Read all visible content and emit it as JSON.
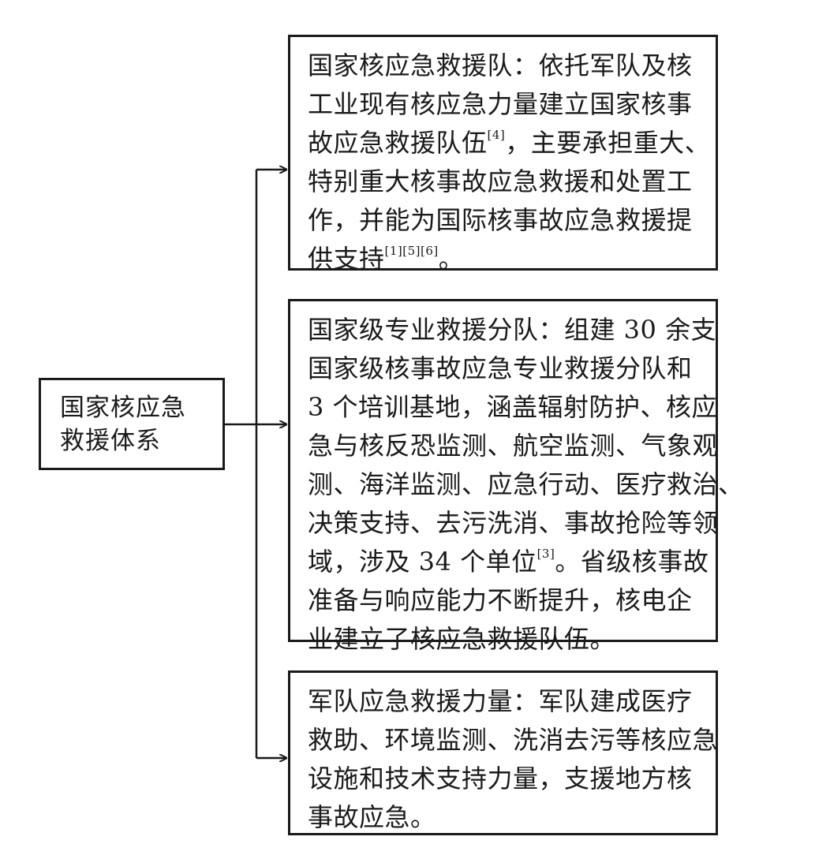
{
  "root": {
    "label_lines": [
      "国家核应急",
      "救援体系"
    ]
  },
  "branches": [
    {
      "id": "national-team",
      "lines": [
        {
          "text": "国家核应急救援队：依托军队及核"
        },
        {
          "text": "工业现有核应急力量建立国家核事"
        },
        {
          "text": "故应急救援队伍",
          "ref": "[4]",
          "after": "，主要承担重大、"
        },
        {
          "text": "特别重大核事故应急救援和处置工"
        },
        {
          "text": "作，并能为国际核事故应急救援提"
        },
        {
          "text": "供支持",
          "ref": "[1][5][6]",
          "after": "。"
        }
      ]
    },
    {
      "id": "professional-teams",
      "lines": [
        {
          "text": "国家级专业救援分队：组建 30 余支"
        },
        {
          "text": "国家级核事故应急专业救援分队和"
        },
        {
          "text": "3 个培训基地，涵盖辐射防护、核应"
        },
        {
          "text": "急与核反恐监测、航空监测、气象观"
        },
        {
          "text": "测、海洋监测、应急行动、医疗救治、"
        },
        {
          "text": "决策支持、去污洗消、事故抢险等领"
        },
        {
          "text": "域，涉及 34 个单位",
          "ref": "[3]",
          "after": "。省级核事故"
        },
        {
          "text": "准备与响应能力不断提升，核电企"
        },
        {
          "text": "业建立了核应急救援队伍。"
        }
      ]
    },
    {
      "id": "military-forces",
      "lines": [
        {
          "text": "军队应急救援力量：军队建成医疗"
        },
        {
          "text": "救助、环境监测、洗消去污等核应急"
        },
        {
          "text": "设施和技术支持力量，支援地方核"
        },
        {
          "text": "事故应急。"
        }
      ]
    }
  ]
}
